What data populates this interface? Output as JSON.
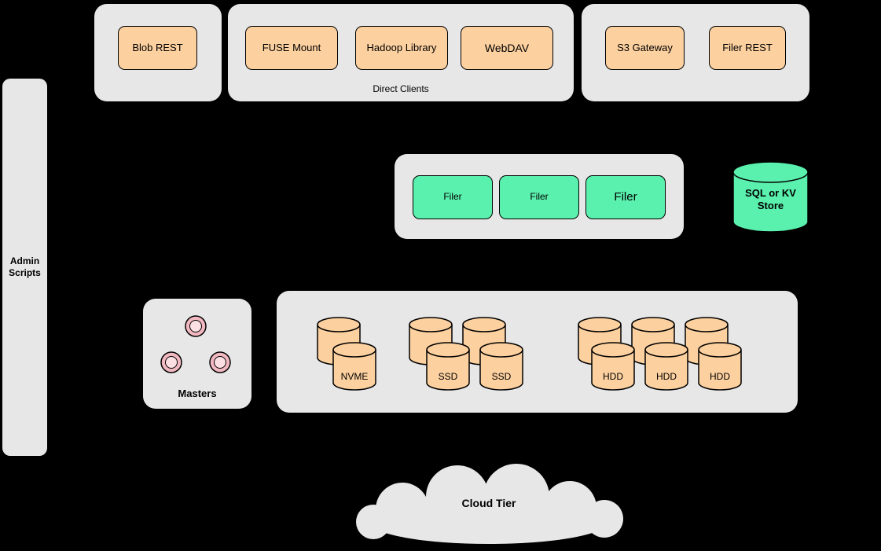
{
  "colors": {
    "background": "#000000",
    "panel": "#e7e7e7",
    "node_orange": "#fcd09f",
    "node_green": "#5af0ad",
    "pink_ring": "#f2b8c1",
    "pink_center": "#fbdfe3",
    "outline": "#000000"
  },
  "blob_group": {
    "buttons": [
      {
        "label": "Blob REST"
      }
    ]
  },
  "direct_clients_group": {
    "caption": "Direct Clients",
    "buttons": [
      {
        "label": "FUSE Mount"
      },
      {
        "label": "Hadoop Library"
      },
      {
        "label": "WebDAV"
      }
    ]
  },
  "gateway_group": {
    "buttons": [
      {
        "label": "S3 Gateway"
      },
      {
        "label": "Filer REST"
      }
    ]
  },
  "admin_panel": {
    "label": "Admin Scripts"
  },
  "filer_group": {
    "nodes": [
      {
        "label": "Filer"
      },
      {
        "label": "Filer"
      },
      {
        "label": "Filer"
      }
    ]
  },
  "kv_store": {
    "label": "SQL or KV Store"
  },
  "masters_group": {
    "label": "Masters"
  },
  "volume_group": {
    "nvme": [
      {
        "label": "NVME"
      }
    ],
    "ssd": [
      {
        "label": "SSD"
      },
      {
        "label": "SSD"
      }
    ],
    "hdd": [
      {
        "label": "HDD"
      },
      {
        "label": "HDD"
      },
      {
        "label": "HDD"
      }
    ]
  },
  "cloud_tier": {
    "label": "Cloud Tier"
  }
}
